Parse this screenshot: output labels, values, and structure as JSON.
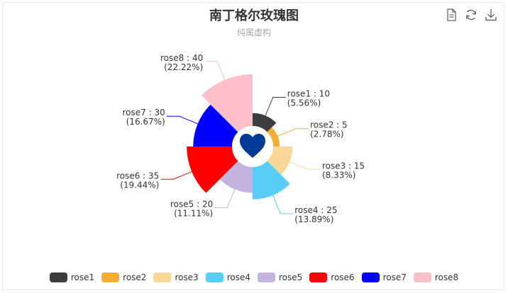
{
  "chart_data": {
    "type": "pie",
    "subtype": "rose",
    "title": "南丁格尔玫瑰图",
    "subtitle": "纯属虚构",
    "categories": [
      "rose1",
      "rose2",
      "rose3",
      "rose4",
      "rose5",
      "rose6",
      "rose7",
      "rose8"
    ],
    "values": [
      10,
      5,
      15,
      25,
      20,
      35,
      30,
      40
    ],
    "labels": [
      {
        "name": "rose1 : 10",
        "percent": "(5.56%)"
      },
      {
        "name": "rose2 : 5",
        "percent": "(2.78%)"
      },
      {
        "name": "rose3 : 15",
        "percent": "(8.33%)"
      },
      {
        "name": "rose4 : 25",
        "percent": "(13.89%)"
      },
      {
        "name": "rose5 : 20",
        "percent": "(11.11%)"
      },
      {
        "name": "rose6 : 35",
        "percent": "(19.44%)"
      },
      {
        "name": "rose7 : 30",
        "percent": "(16.67%)"
      },
      {
        "name": "rose8 : 40",
        "percent": "(22.22%)"
      }
    ],
    "colors": [
      "#3d3d3d",
      "#f5ad32",
      "#fad797",
      "#59ccf7",
      "#c3b4df",
      "#ff0000",
      "#0000ff",
      "#ffc0cb"
    ],
    "legend_position": "bottom",
    "center_icon": "heart-icon",
    "center_icon_color": "#003a99"
  },
  "toolbox": {
    "icons": [
      "data-view-icon",
      "restore-icon",
      "download-icon"
    ]
  }
}
